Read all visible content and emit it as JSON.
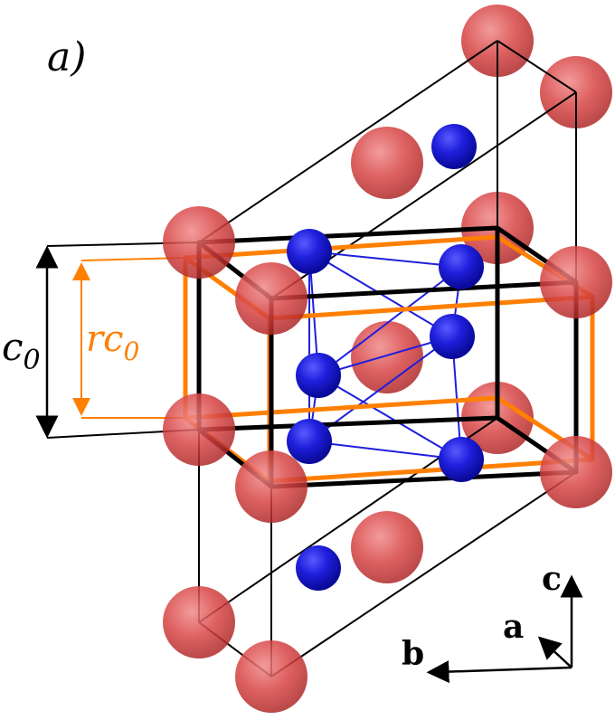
{
  "panel_label": "a)",
  "dimension_labels": {
    "c0": "c",
    "c0_sub": "0",
    "rc0": "rc",
    "rc0_sub": "0"
  },
  "axes": {
    "a": "a",
    "b": "b",
    "c": "c"
  },
  "colors": {
    "large_atom": "#d84545",
    "small_atom": "#1f1fdc",
    "cell_frame": "#000000",
    "reduced_cell": "#ff8000",
    "bond": "#1f1fdc"
  }
}
